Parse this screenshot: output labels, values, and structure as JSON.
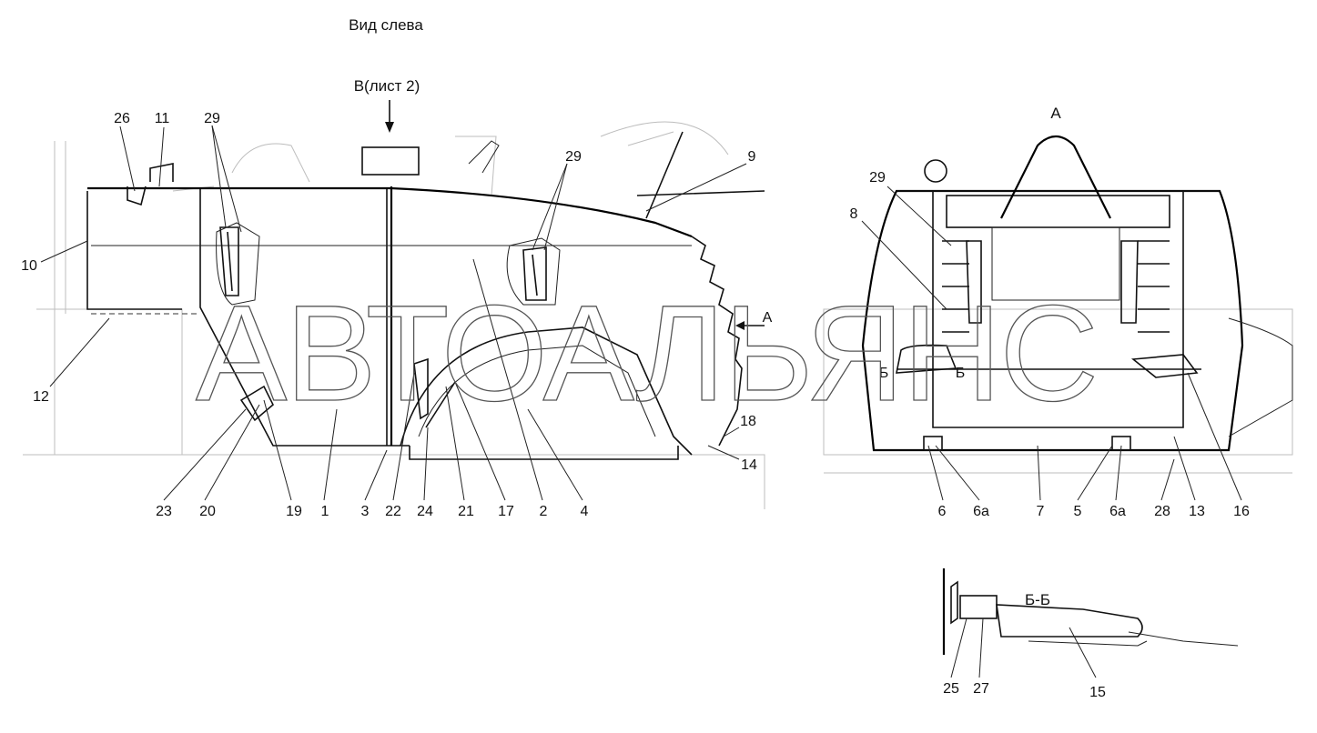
{
  "headings": {
    "left_view": "Вид слева",
    "sheet_ref": "В(лист 2)",
    "view_a": "А",
    "arrow_a": "А",
    "section_b": "Б-Б",
    "cut_b_left": "Б",
    "cut_b_right": "Б"
  },
  "watermark": "АВТОАЛЬЯНС",
  "side_view_callouts": [
    "26",
    "11",
    "29",
    "10",
    "12",
    "29",
    "9",
    "18",
    "14",
    "23",
    "20",
    "19",
    "1",
    "3",
    "22",
    "24",
    "21",
    "17",
    "2",
    "4"
  ],
  "front_view_callouts": [
    "29",
    "8",
    "6",
    "6а",
    "7",
    "5",
    "6а",
    "28",
    "13",
    "16"
  ],
  "section_callouts": [
    "25",
    "27",
    "15"
  ]
}
